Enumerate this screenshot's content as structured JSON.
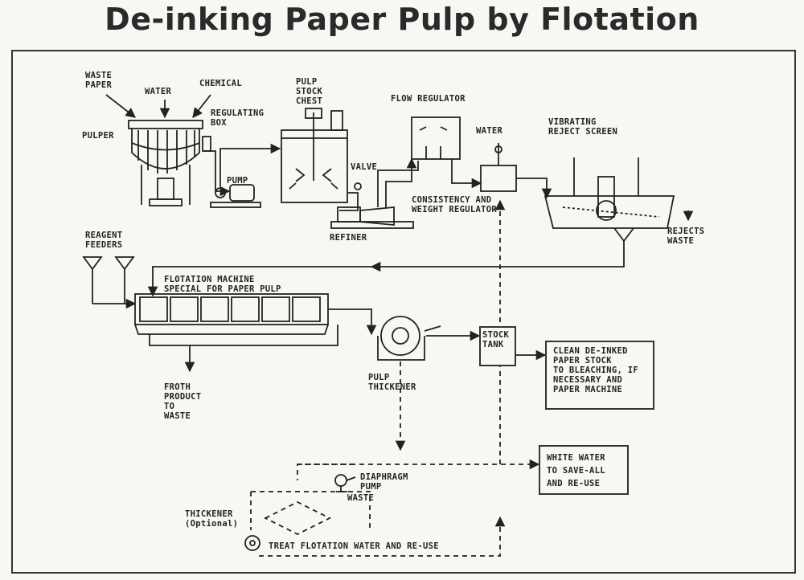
{
  "title": "De-inking Paper Pulp by Flotation",
  "labels": {
    "waste_paper": "WASTE\nPAPER",
    "water_top": "WATER",
    "chemical": "CHEMICAL",
    "regulating_box": "REGULATING\nBOX",
    "pulper": "PULPER",
    "pump": "PUMP",
    "pulp_stock_chest": "PULP\nSTOCK\nCHEST",
    "valve": "VALVE",
    "refiner": "REFINER",
    "flow_regulator": "FLOW REGULATOR",
    "water_right": "WATER",
    "consistency": "CONSISTENCY AND\nWEIGHT REGULATOR",
    "vibrating_screen": "VIBRATING\nREJECT SCREEN",
    "rejects_waste": "REJECTS\nWASTE",
    "reagent_feeders": "REAGENT\nFEEDERS",
    "flotation_machine": "FLOTATION MACHINE\nSPECIAL FOR PAPER PULP",
    "froth_product": "FROTH\nPRODUCT\nTO\nWASTE",
    "pulp_thickener": "PULP\nTHICKENER",
    "stock_tank": "STOCK\nTANK",
    "clean_deinked": "CLEAN DE-INKED\nPAPER STOCK\nTO BLEACHING, IF\nNECESSARY AND\nPAPER MACHINE",
    "white_water": "WHITE WATER\nTO SAVE-ALL\nAND RE-USE",
    "diaphragm_pump": "DIAPHRAGM\nPUMP",
    "waste_bottom": "WASTE",
    "thickener_optional": "THICKENER\n(Optional)",
    "treat_water": "TREAT FLOTATION WATER AND RE-USE"
  }
}
